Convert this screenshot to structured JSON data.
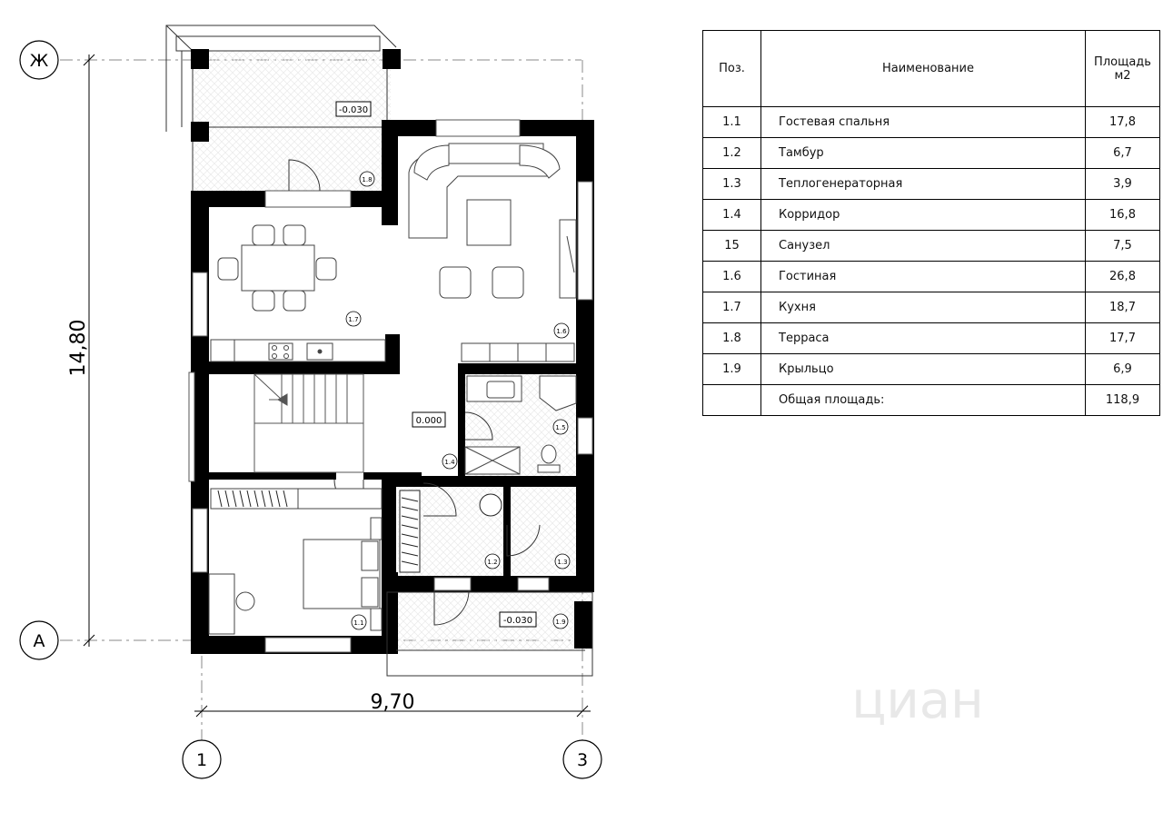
{
  "axes": {
    "top_left": "Ж",
    "bottom_left": "А",
    "bottom_1": "1",
    "bottom_3": "3"
  },
  "dimensions": {
    "height": "14,80",
    "width": "9,70"
  },
  "levels": {
    "terrace": "-0.030",
    "floor": "0.000",
    "porch": "-0.030"
  },
  "room_tags": [
    "1.1",
    "1.2",
    "1.3",
    "1.4",
    "1.5",
    "1.6",
    "1.7",
    "1.8",
    "1.9"
  ],
  "table": {
    "headers": {
      "pos": "Поз.",
      "name": "Наименование",
      "area": "Площадь м2"
    },
    "rows": [
      {
        "pos": "1.1",
        "name": "Гостевая спальня",
        "area": "17,8"
      },
      {
        "pos": "1.2",
        "name": "Тамбур",
        "area": "6,7"
      },
      {
        "pos": "1.3",
        "name": "Теплогенераторная",
        "area": "3,9"
      },
      {
        "pos": "1.4",
        "name": "Корридор",
        "area": "16,8"
      },
      {
        "pos": "15",
        "name": "Санузел",
        "area": "7,5"
      },
      {
        "pos": "1.6",
        "name": "Гостиная",
        "area": "26,8"
      },
      {
        "pos": "1.7",
        "name": "Кухня",
        "area": "18,7"
      },
      {
        "pos": "1.8",
        "name": "Терраса",
        "area": "17,7"
      },
      {
        "pos": "1.9",
        "name": "Крыльцо",
        "area": "6,9"
      }
    ],
    "total": {
      "pos": "",
      "name": "Общая площадь:",
      "area": "118,9"
    }
  },
  "watermark": "циан"
}
